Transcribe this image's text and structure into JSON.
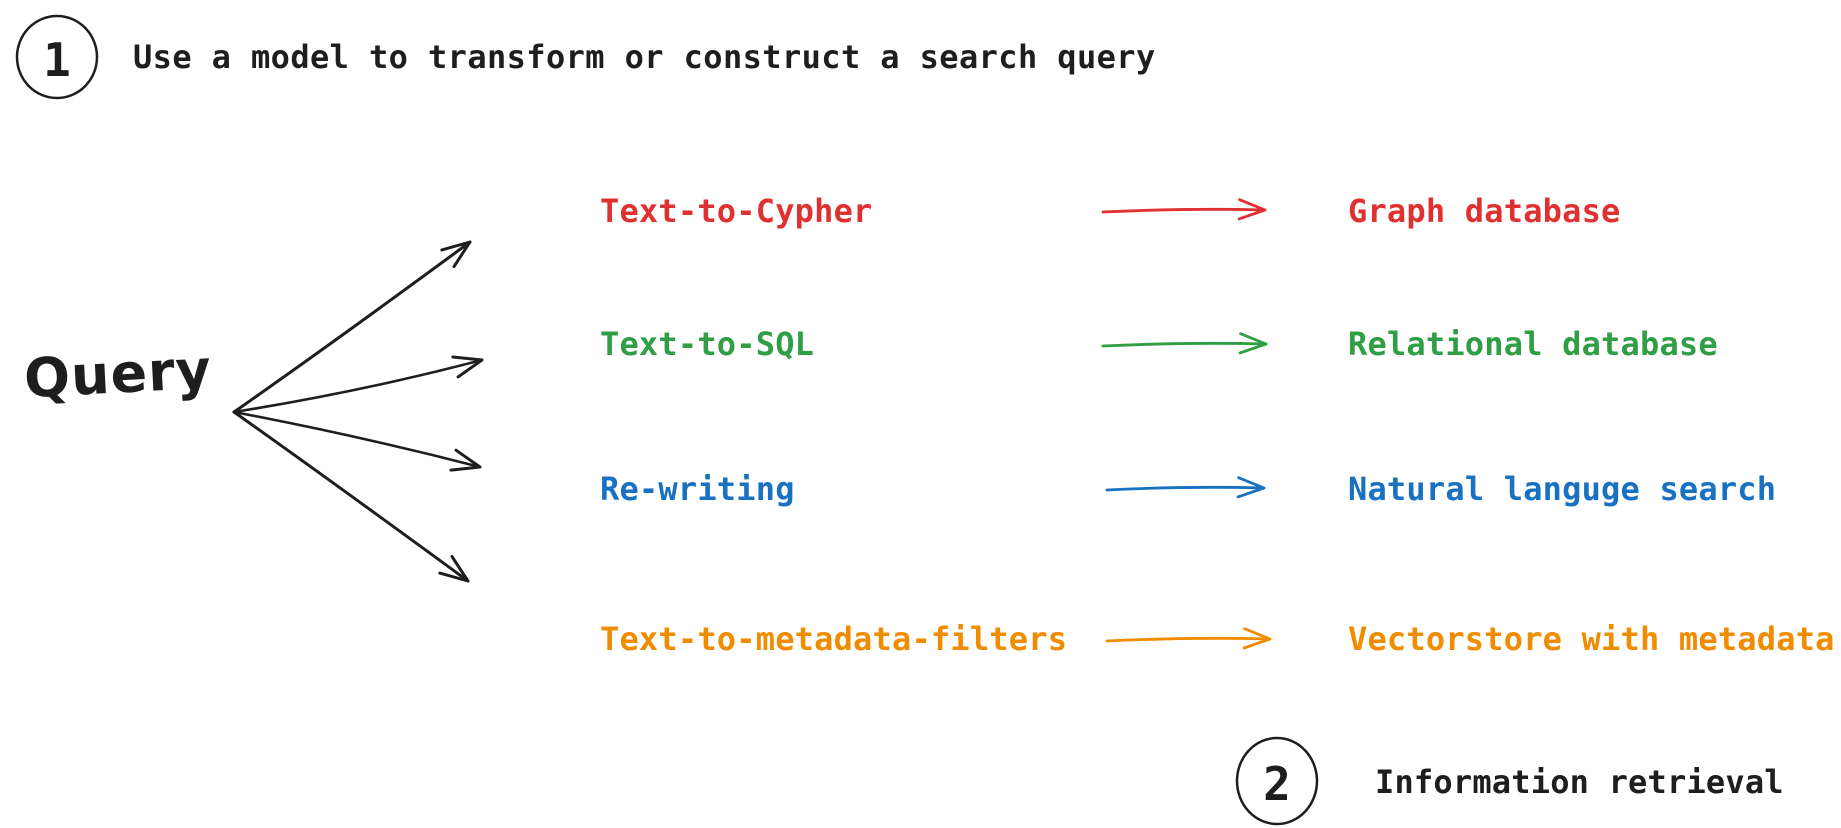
{
  "colors": {
    "ink": "#1e1e1e",
    "red": "#e03131",
    "green": "#2f9e44",
    "blue": "#1971c2",
    "orange": "#f08c00",
    "background": "#ffffff"
  },
  "steps": [
    {
      "number": "1",
      "label": "Use a model to transform or construct a search query"
    },
    {
      "number": "2",
      "label": "Information retrieval"
    }
  ],
  "query_node": {
    "label": "Query"
  },
  "rows": [
    {
      "method": "Text-to-Cypher",
      "target": "Graph database",
      "color": "#e03131",
      "color_name": "red"
    },
    {
      "method": "Text-to-SQL",
      "target": "Relational database",
      "color": "#2f9e44",
      "color_name": "green"
    },
    {
      "method": "Re-writing",
      "target": "Natural languge search",
      "color": "#1971c2",
      "color_name": "blue"
    },
    {
      "method": "Text-to-metadata-filters",
      "target": "Vectorstore with metadata",
      "color": "#f08c00",
      "color_name": "orange"
    }
  ]
}
